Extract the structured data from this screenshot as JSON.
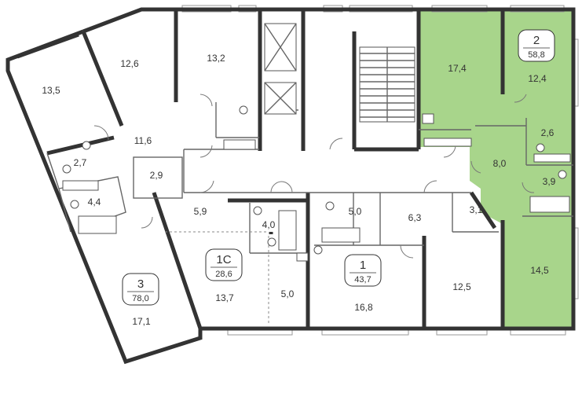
{
  "plan": {
    "highlight_color": "#a8d58b",
    "apartments": [
      {
        "id": "apt-3",
        "number": "3",
        "area": "78,0"
      },
      {
        "id": "apt-1c",
        "number": "1С",
        "area": "28,6"
      },
      {
        "id": "apt-1",
        "number": "1",
        "area": "43,7"
      },
      {
        "id": "apt-2",
        "number": "2",
        "area": "58,8",
        "highlighted": true
      }
    ],
    "rooms": [
      "13,5",
      "12,6",
      "13,2",
      "11,6",
      "2,7",
      "4,4",
      "2,9",
      "17,1",
      "5,9",
      "4,0",
      "13,7",
      "5,0",
      "5,0",
      "16,8",
      "6,3",
      "3,1",
      "12,5",
      "17,4",
      "12,4",
      "2,6",
      "8,0",
      "3,9",
      "14,5"
    ]
  }
}
